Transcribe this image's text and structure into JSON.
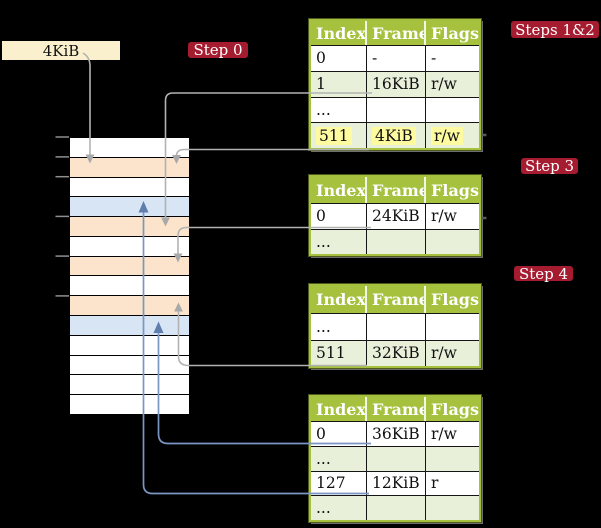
{
  "colors": {
    "background": "#000000",
    "badge": "#a51c30",
    "table_header_green": "#a5c13e",
    "table_row_alt_green": "#e9f0da",
    "highlight_yellow": "#fdfa9f",
    "memory_pagetable_orange": "#fce3cb",
    "memory_datapage_blue": "#d8e5f4",
    "label_box_cream": "#faf0cd",
    "gray_arrow": "#b2b2b2",
    "blue_arrow": "#7b95c4"
  },
  "labels": {
    "page_size": "4KiB"
  },
  "badges": [
    {
      "id": "step0",
      "label": "Step 0"
    },
    {
      "id": "steps12",
      "label": "Steps 1&2"
    },
    {
      "id": "step3",
      "label": "Step 3"
    },
    {
      "id": "step4",
      "label": "Step 4"
    }
  ],
  "memory": {
    "rows": [
      {
        "kind": "free"
      },
      {
        "kind": "pagetable"
      },
      {
        "kind": "free"
      },
      {
        "kind": "datapage"
      },
      {
        "kind": "pagetable"
      },
      {
        "kind": "free"
      },
      {
        "kind": "pagetable"
      },
      {
        "kind": "free"
      },
      {
        "kind": "pagetable"
      },
      {
        "kind": "datapage"
      },
      {
        "kind": "free"
      },
      {
        "kind": "free"
      },
      {
        "kind": "free"
      },
      {
        "kind": "free"
      }
    ]
  },
  "tables": [
    {
      "name": "page-table-steps-1-2",
      "headers": [
        "Index",
        "Frame",
        "Flags"
      ],
      "rows": [
        {
          "cells": [
            "0",
            "-",
            "-"
          ],
          "shaded": false,
          "highlight": false
        },
        {
          "cells": [
            "1",
            "16KiB",
            "r/w"
          ],
          "shaded": true,
          "highlight": false
        },
        {
          "cells": [
            "...",
            "",
            ""
          ],
          "shaded": false,
          "highlight": false
        },
        {
          "cells": [
            "511",
            "4KiB",
            "r/w"
          ],
          "shaded": true,
          "highlight": true
        }
      ]
    },
    {
      "name": "page-table-step-3",
      "headers": [
        "Index",
        "Frame",
        "Flags"
      ],
      "rows": [
        {
          "cells": [
            "0",
            "24KiB",
            "r/w"
          ],
          "shaded": false,
          "highlight": false
        },
        {
          "cells": [
            "...",
            "",
            ""
          ],
          "shaded": true,
          "highlight": false
        }
      ]
    },
    {
      "name": "page-table-step-4",
      "headers": [
        "Index",
        "Frame",
        "Flags"
      ],
      "rows": [
        {
          "cells": [
            "...",
            "",
            ""
          ],
          "shaded": false,
          "highlight": false
        },
        {
          "cells": [
            "511",
            "32KiB",
            "r/w"
          ],
          "shaded": true,
          "highlight": false
        }
      ]
    },
    {
      "name": "page-table-leaf",
      "headers": [
        "Index",
        "Frame",
        "Flags"
      ],
      "rows": [
        {
          "cells": [
            "0",
            "36KiB",
            "r/w"
          ],
          "shaded": false,
          "highlight": false
        },
        {
          "cells": [
            "...",
            "",
            ""
          ],
          "shaded": true,
          "highlight": false
        },
        {
          "cells": [
            "127",
            "12KiB",
            "r"
          ],
          "shaded": false,
          "highlight": false
        },
        {
          "cells": [
            "...",
            "",
            ""
          ],
          "shaded": true,
          "highlight": false
        }
      ]
    }
  ]
}
